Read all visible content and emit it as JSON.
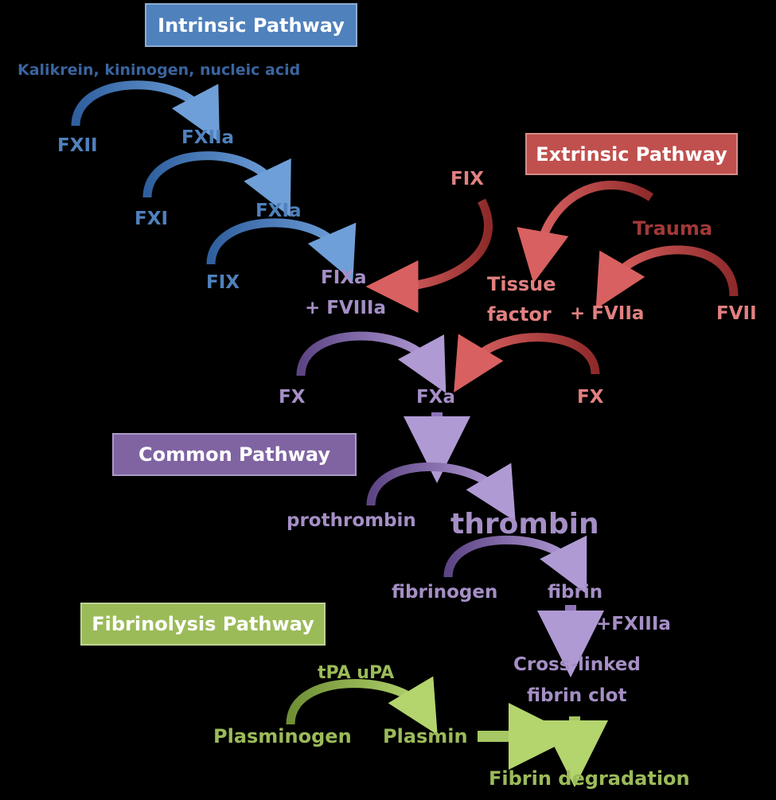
{
  "titles": {
    "intrinsic": "Intrinsic Pathway",
    "extrinsic": "Extrinsic Pathway",
    "common": "Common Pathway",
    "fibrinolysis": "Fibrinolysis Pathway"
  },
  "intrinsic": {
    "activators": "Kalikrein, kininogen, nucleic acid",
    "fxii": "FXII",
    "fxiia": "FXIIa",
    "fxi": "FXI",
    "fxia": "FXIa",
    "fix": "FIX",
    "fixa": "FIXa",
    "fviiia": "+ FVIIIa"
  },
  "extrinsic": {
    "fix": "FIX",
    "trauma": "Trauma",
    "tissue": "Tissue",
    "factor": "factor",
    "fviia": "+ FVIIa",
    "fvii": "FVII",
    "fx": "FX"
  },
  "common": {
    "fx": "FX",
    "fxa": "FXa",
    "prothrombin": "prothrombin",
    "thrombin": "thrombin",
    "fibrinogen": "fibrinogen",
    "fibrin": "fibrin",
    "fxiiia": "+FXIIIa",
    "crosslinked1": "Cross-linked",
    "crosslinked2": "fibrin clot"
  },
  "fibrinolysis": {
    "activators": "tPA uPA",
    "plasminogen": "Plasminogen",
    "plasmin": "Plasmin",
    "degradation": "Fibrin degradation"
  },
  "colors": {
    "intrinsic_box": "#4f81bd",
    "extrinsic_box": "#c0504d",
    "common_box": "#8064a2",
    "fibrinolysis_box": "#9bbb59"
  }
}
